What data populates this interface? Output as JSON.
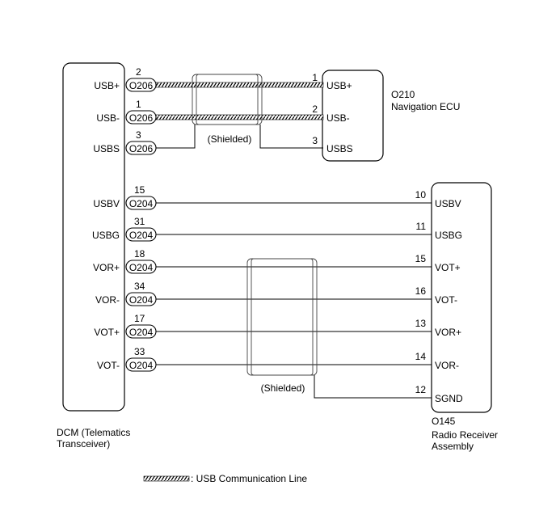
{
  "dcm": {
    "name_line1": "DCM (Telematics",
    "name_line2": "Transceiver)",
    "pins": [
      {
        "label": "USB+",
        "connector": "O206",
        "pin": "2"
      },
      {
        "label": "USB-",
        "connector": "O206",
        "pin": "1"
      },
      {
        "label": "USBS",
        "connector": "O206",
        "pin": "3"
      },
      {
        "label": "USBV",
        "connector": "O204",
        "pin": "15"
      },
      {
        "label": "USBG",
        "connector": "O204",
        "pin": "31"
      },
      {
        "label": "VOR+",
        "connector": "O204",
        "pin": "18"
      },
      {
        "label": "VOR-",
        "connector": "O204",
        "pin": "34"
      },
      {
        "label": "VOT+",
        "connector": "O204",
        "pin": "17"
      },
      {
        "label": "VOT-",
        "connector": "O204",
        "pin": "33"
      }
    ]
  },
  "nav": {
    "code": "O210",
    "name": "Navigation ECU",
    "pins": [
      {
        "label": "USB+",
        "pin": "1"
      },
      {
        "label": "USB-",
        "pin": "2"
      },
      {
        "label": "USBS",
        "pin": "3"
      }
    ]
  },
  "radio": {
    "code": "O145",
    "name_line1": "Radio Receiver",
    "name_line2": "Assembly",
    "pins": [
      {
        "label": "USBV",
        "pin": "10"
      },
      {
        "label": "USBG",
        "pin": "11"
      },
      {
        "label": "VOT+",
        "pin": "15"
      },
      {
        "label": "VOT-",
        "pin": "16"
      },
      {
        "label": "VOR+",
        "pin": "13"
      },
      {
        "label": "VOR-",
        "pin": "14"
      },
      {
        "label": "SGND",
        "pin": "12"
      }
    ]
  },
  "shield_label": "(Shielded)",
  "legend": {
    "text": ": USB Communication Line"
  }
}
